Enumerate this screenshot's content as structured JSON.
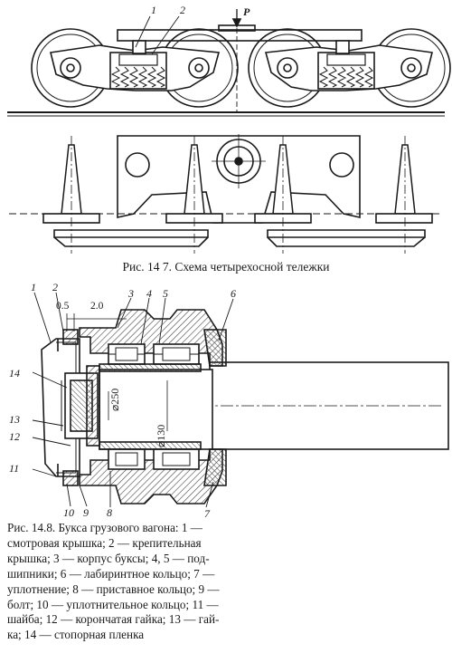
{
  "figure1": {
    "caption": "Рис. 14 7. Схема четырехосной тележки",
    "labels": {
      "one": "1",
      "two": "2",
      "force": "P"
    }
  },
  "figure2": {
    "labels": {
      "l1": "1",
      "l2": "2",
      "l3": "3",
      "l4": "4",
      "l5": "5",
      "l6": "6",
      "l7": "7",
      "l8": "8",
      "l9": "9",
      "l10": "10",
      "l11": "11",
      "l12": "12",
      "l13": "13",
      "l14": "14",
      "dim_05": "0.5",
      "dim_20": "2.0",
      "dia_250": "⌀250",
      "dia_130": "⌀130"
    },
    "caption_lines": [
      "Рис. 14.8. Букса грузового вагона: 1 —",
      "смотровая крышка; 2 — крепительная",
      "крышка; 3 — корпус буксы; 4, 5 — под-",
      "шипники; 6 — лабиринтное кольцо; 7 —",
      "уплотнение; 8 — приставное кольцо; 9 —",
      "болт; 10 — уплотнительное кольцо; 11 —",
      "шайба; 12 — корончатая гайка; 13 — гай-",
      "ка; 14 — стопорная пленка"
    ]
  },
  "colors": {
    "ink": "#1a1a1a",
    "hatch": "#444444",
    "paper": "#ffffff"
  }
}
